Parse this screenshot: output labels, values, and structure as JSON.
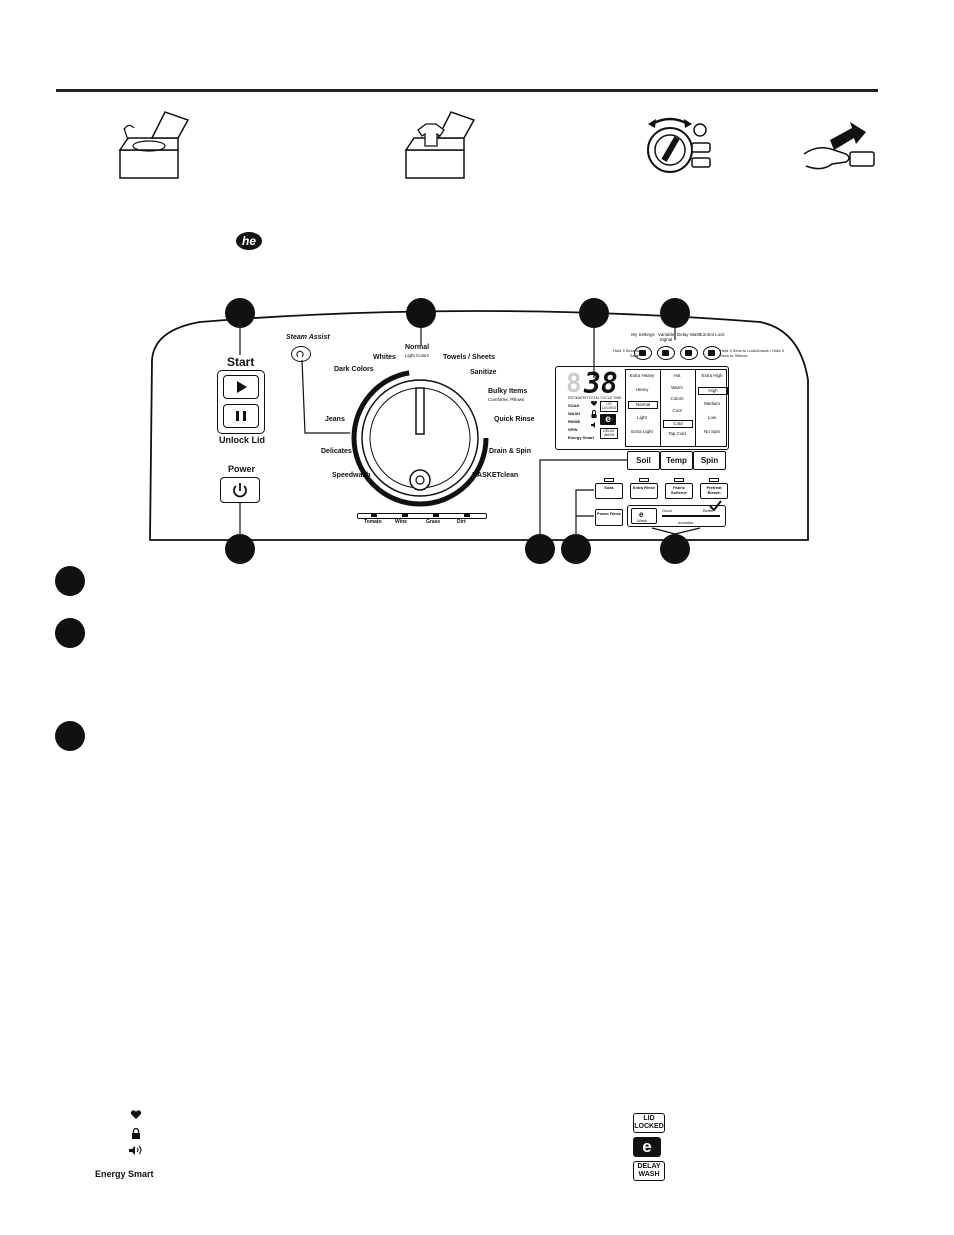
{
  "panel": {
    "start_label": "Start",
    "unlock_label": "Unlock Lid",
    "power_label": "Power",
    "steam_assist_label": "Steam Assist",
    "dial": {
      "cycles": [
        {
          "label": "Dark Colors"
        },
        {
          "label": "Whites"
        },
        {
          "label": "Normal",
          "sub": "Light Colors"
        },
        {
          "label": "Towels / Sheets"
        },
        {
          "label": "Sanitize"
        },
        {
          "label": "Bulky Items",
          "sub": "Comforter, Pillows"
        },
        {
          "label": "Quick Rinse"
        },
        {
          "label": "Drain & Spin"
        },
        {
          "label": "BASKETclean"
        },
        {
          "label": "Speedwash"
        },
        {
          "label": "Delicates"
        },
        {
          "label": "Jeans"
        }
      ]
    },
    "stain_options": [
      "Tomato",
      "Wine",
      "Grass",
      "Dirt"
    ],
    "top_buttons": [
      {
        "label": "My Settings",
        "icon": "heart-icon"
      },
      {
        "label": "Variable Signal",
        "icon": "speaker-icon"
      },
      {
        "label": "Delay Wash",
        "icon": "clock-icon"
      },
      {
        "label": "Control Lock",
        "icon": "lock-icon"
      }
    ],
    "hold_note_left": "Hold 3 Secs to Save",
    "hold_note_right": "Hold 3 Secs to Lock/Unlock / Hold 3 Secs to Silence",
    "display": {
      "digits": "38",
      "estimated_label": "ESTIMATED TOTAL CYCLE TIME",
      "status_labels": [
        "SOAK",
        "WASH",
        "RINSE",
        "SPIN",
        "Energy Smart"
      ],
      "lid_locked": "LID LOCKED",
      "delay_wash": "DELAY WASH"
    },
    "soil_levels": [
      "Extra Heavy",
      "Heavy",
      "Normal",
      "Light",
      "Extra Light"
    ],
    "soil_selected": "Normal",
    "temp_levels": [
      "Hot",
      "Warm",
      "Colors",
      "Cool",
      "Cold",
      "Tap Cold"
    ],
    "temp_selected": "Cold",
    "spin_levels": [
      "Extra High",
      "High",
      "Medium",
      "Low",
      "No Spin"
    ],
    "spin_selected": "High",
    "selector_buttons": [
      "Soil",
      "Temp",
      "Spin"
    ],
    "option_buttons": [
      "Soak",
      "Extra Rinse",
      "Fabric Softener",
      "Pretreat Bleach"
    ],
    "power_rinse": "Power Rinse",
    "e_wash": "Wash",
    "emonitor_good": "Good",
    "emonitor_better": "Better",
    "emonitor_label": "monitor"
  },
  "legend": {
    "energy_smart": "Energy Smart",
    "lid_locked": "LID LOCKED",
    "delay_wash": "DELAY WASH"
  },
  "colors": {
    "ink": "#111111",
    "background": "#ffffff"
  }
}
